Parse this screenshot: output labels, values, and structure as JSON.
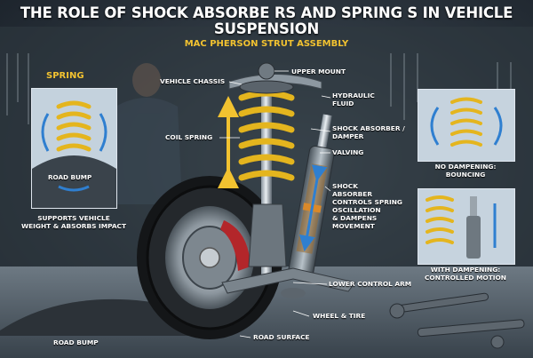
{
  "title": "THE ROLE OF SHOCK ABSORBE RS AND SPRING S IN VEHICLE SUSPENSION",
  "subtitle": "MAC PHERSON STRUT ASSEMBLY",
  "left": {
    "heading": "SPRING",
    "bump_label": "ROAD BUMP",
    "caption_line1": "SUPPORTS VEHICLE",
    "caption_line2": "WEIGHT & ABSORBS IMPACT"
  },
  "labels": {
    "vehicle_chassis": "VEHICLE CHASSIS",
    "upper_mount": "UPPER MOUNT",
    "hydraulic_fluid_1": "HYDRAULIC",
    "hydraulic_fluid_2": "FLUID",
    "shock_damper_1": "SHOCK ABSORBER /",
    "shock_damper_2": "DAMPER",
    "coil_spring": "COIL SPRING",
    "valving": "VALVING",
    "shock_desc_1": "SHOCK",
    "shock_desc_2": "ABSORBER",
    "shock_desc_3": "CONTROLS SPRING",
    "shock_desc_4": "OSCILLATION",
    "shock_desc_5": "& DAMPENS",
    "shock_desc_6": "MOVEMENT",
    "lower_control_arm": "LOWER CONTROL ARM",
    "wheel_tire": "WHEEL & TIRE",
    "road_surface": "ROAD SURFACE",
    "road_bump_bottom": "ROAD BUMP"
  },
  "right": {
    "no_damp_1": "NO DAMPENING:",
    "no_damp_2": "BOUNCING",
    "with_damp_1": "WITH DAMPENING:",
    "with_damp_2": "CONTROLLED MOTION"
  },
  "colors": {
    "accent": "#f2c230",
    "arrow_blue": "#2f7fd0",
    "text": "#ffffff"
  }
}
